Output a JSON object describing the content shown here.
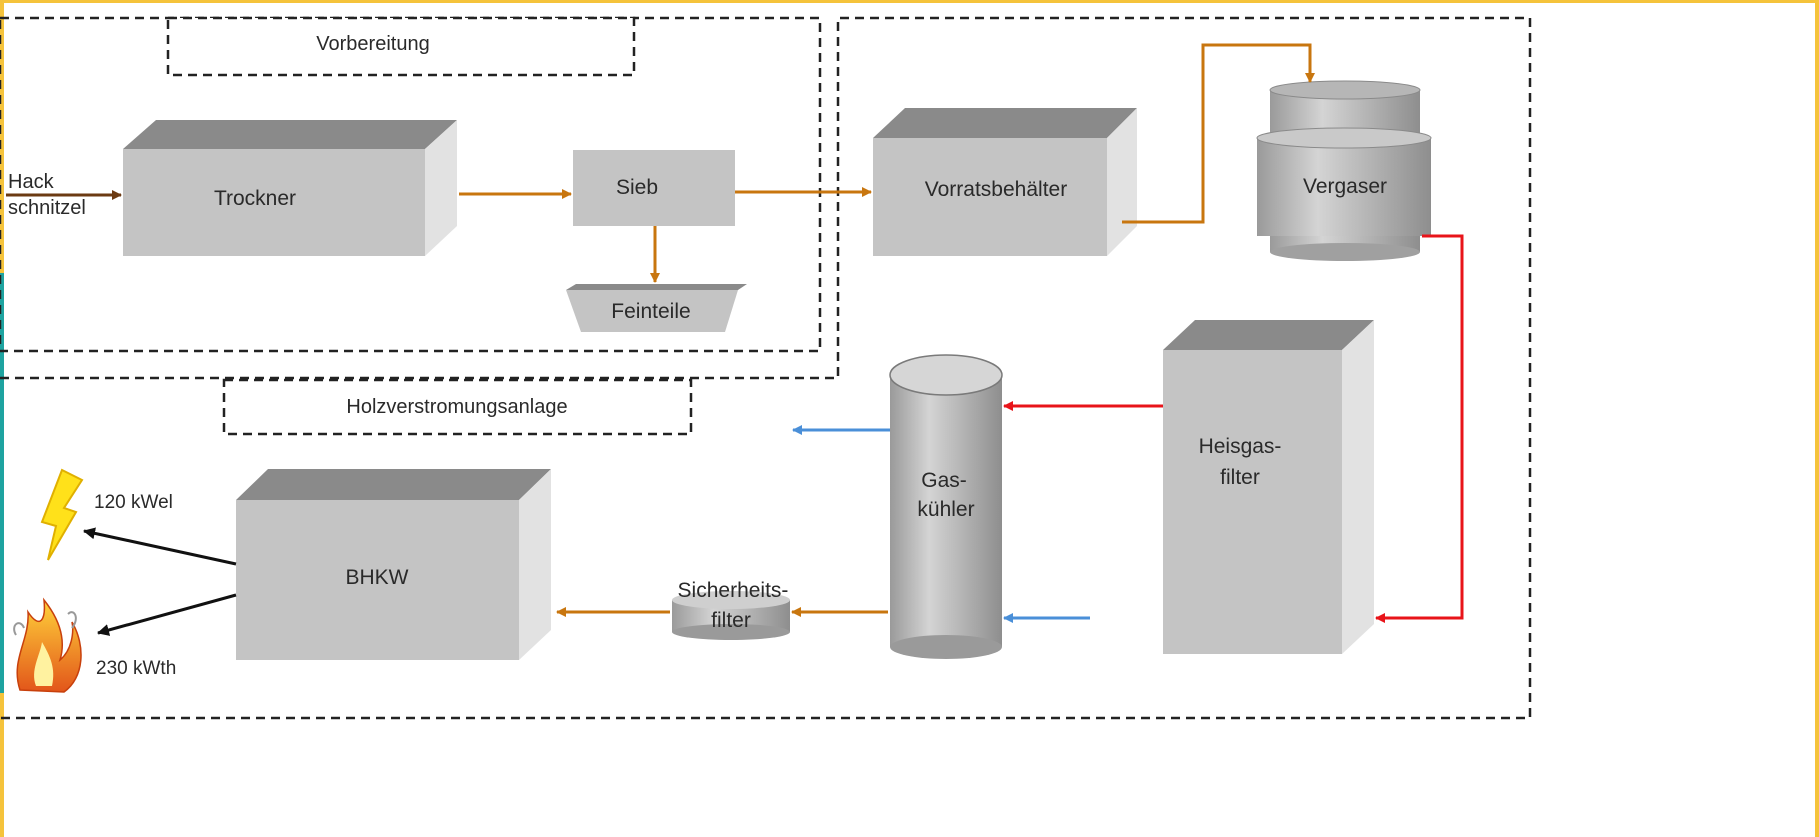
{
  "sections": {
    "prep_title": "Vorbereitung",
    "plant_title": "Holzverstromungsanlage"
  },
  "input": {
    "line1": "Hack",
    "line2": "schnitzel"
  },
  "units": {
    "trockner": "Trockner",
    "sieb": "Sieb",
    "feinteile": "Feinteile",
    "vorratsbehaelter": "Vorratsbehälter",
    "vergaser": "Vergaser",
    "heisgasfilter_1": "Heisgas-",
    "heisgasfilter_2": "filter",
    "gaskuehler_1": "Gas-",
    "gaskuehler_2": "kühler",
    "sicherheitsfilter_1": "Sicherheits-",
    "sicherheitsfilter_2": "filter",
    "bhkw": "BHKW"
  },
  "outputs": {
    "electric": "120 kWel",
    "thermal": "230 kWth"
  },
  "colors": {
    "wood_flow": "#c8760f",
    "hot_gas": "#e8141a",
    "cooling_water": "#4a8fd8",
    "output_arrow": "#111111",
    "box_front": "#c4c4c4",
    "box_top": "#8a8a8a",
    "box_side": "#e2e2e2"
  }
}
